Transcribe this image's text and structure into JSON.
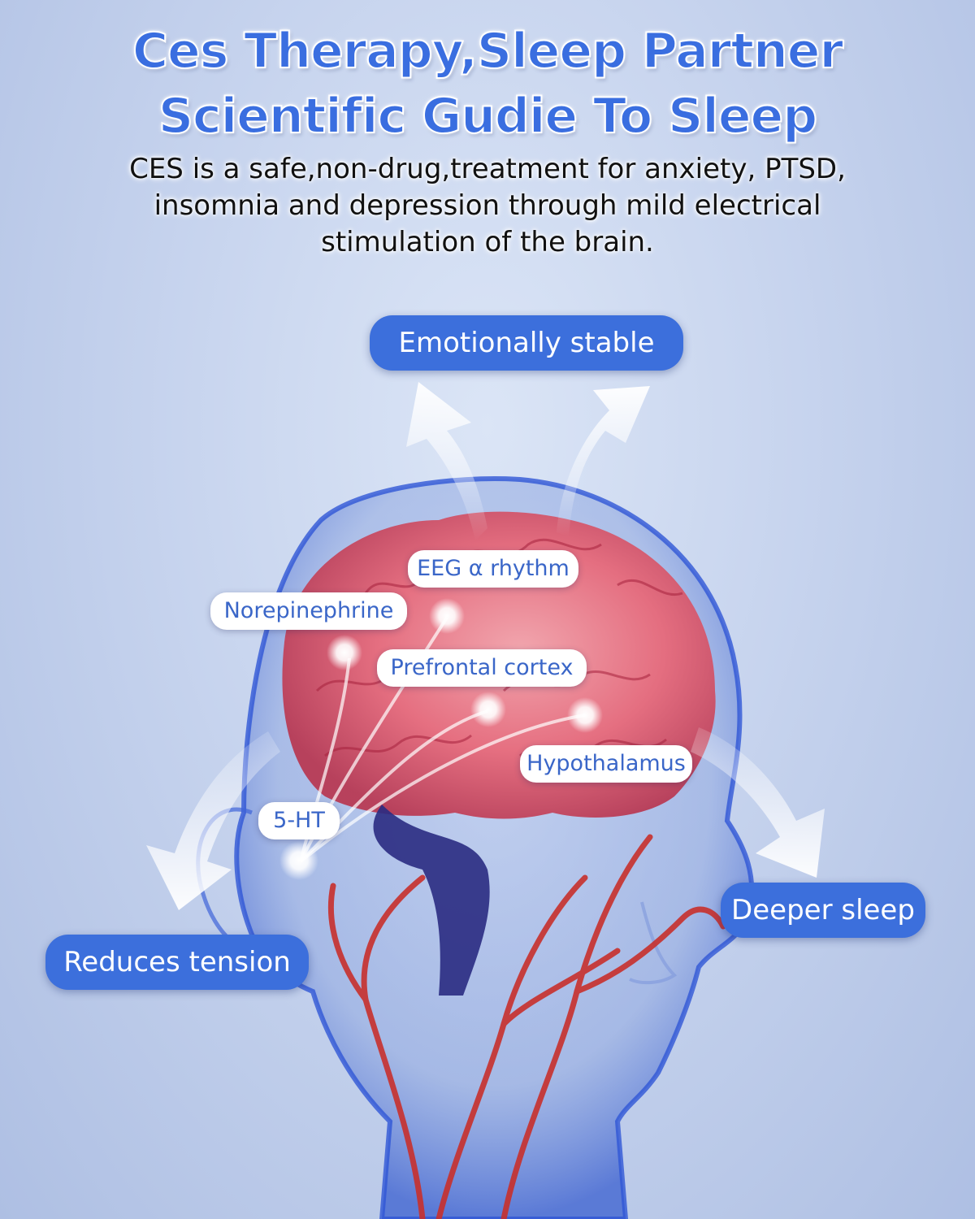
{
  "title": {
    "line1": "Ces Therapy,Sleep Partner",
    "line2": "Scientific Gudie To Sleep"
  },
  "description": {
    "line1": "CES is a safe,non-drug,treatment for anxiety, PTSD,",
    "line2": "insomnia and depression through mild electrical",
    "line3": "stimulation of the brain."
  },
  "effects": {
    "emotion": "Emotionally stable",
    "tension": "Reduces tension",
    "sleep": "Deeper sleep"
  },
  "brain_labels": {
    "eeg": "EEG α rhythm",
    "norepinephrine": "Norepinephrine",
    "prefrontal": "Prefrontal cortex",
    "hypothalamus": "Hypothalamus",
    "serotonin": "5-HT"
  },
  "colors": {
    "accent_blue": "#3c6fdc",
    "title_blue": "#3a6ee0",
    "brain_red": "#e85a6a",
    "artery_red": "#c8302c"
  }
}
